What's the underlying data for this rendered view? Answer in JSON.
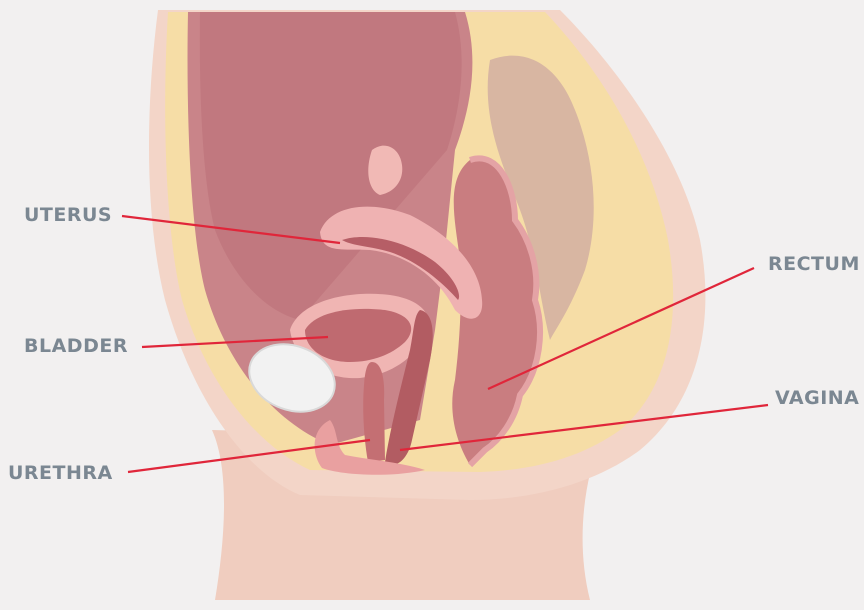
{
  "labels": {
    "uterus": "UTERUS",
    "bladder": "BLADDER",
    "urethra": "URETHRA",
    "rectum": "RECTUM",
    "vagina": "VAGINA"
  },
  "colors": {
    "background": "#f2f0f0",
    "label_text": "#7b8792",
    "leader_line": "#e0263a",
    "skin": "#f2d2c4",
    "fat": "#f6dda6",
    "tissue": "#c4777c",
    "organ_pink": "#eeaeb0",
    "bone": "#f2f2f2"
  }
}
